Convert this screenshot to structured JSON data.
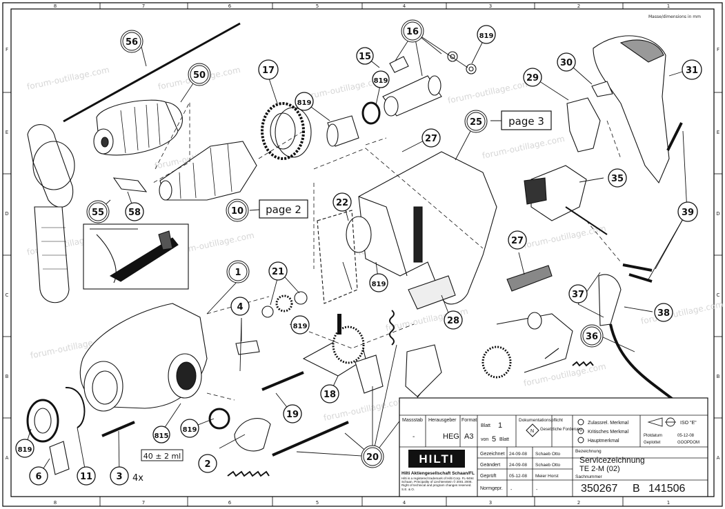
{
  "header": {
    "units_note": "Masse/dimensions in mm",
    "grid_cols_top": [
      "8",
      "7",
      "6",
      "5",
      "4",
      "3",
      "2",
      "1"
    ],
    "grid_cols_bottom": [
      "8",
      "7",
      "6",
      "5",
      "4",
      "3",
      "2",
      "1"
    ],
    "grid_rows": [
      "F",
      "E",
      "D",
      "C",
      "B",
      "A"
    ]
  },
  "callouts": [
    {
      "label": "56"
    },
    {
      "label": "50"
    },
    {
      "label": "17"
    },
    {
      "label": "16"
    },
    {
      "label": "15"
    },
    {
      "label": "819"
    },
    {
      "label": "30"
    },
    {
      "label": "29"
    },
    {
      "label": "31"
    },
    {
      "label": "819"
    },
    {
      "label": "819"
    },
    {
      "label": "25"
    },
    {
      "label": "27"
    },
    {
      "label": "10"
    },
    {
      "label": "22"
    },
    {
      "label": "35"
    },
    {
      "label": "55"
    },
    {
      "label": "58"
    },
    {
      "label": "39"
    },
    {
      "label": "1"
    },
    {
      "label": "21"
    },
    {
      "label": "4"
    },
    {
      "label": "819"
    },
    {
      "label": "819"
    },
    {
      "label": "27"
    },
    {
      "label": "28"
    },
    {
      "label": "37"
    },
    {
      "label": "38"
    },
    {
      "label": "36"
    },
    {
      "label": "18"
    },
    {
      "label": "19"
    },
    {
      "label": "815"
    },
    {
      "label": "819"
    },
    {
      "label": "819"
    },
    {
      "label": "6"
    },
    {
      "label": "11"
    },
    {
      "label": "3"
    },
    {
      "label": "2"
    },
    {
      "label": "20"
    }
  ],
  "page_refs": {
    "page2": "page 2",
    "page3": "page 3"
  },
  "notes": {
    "grease": "40 ± 2 ml",
    "qty": "4x"
  },
  "watermark": "forum-outillage.com",
  "title_block": {
    "massstab_label": "Massstab",
    "massstab_value": "-",
    "herausgeber_label": "Herausgeber",
    "herausgeber_value": "HEG",
    "format_label": "Format",
    "format_value": "A3",
    "blatt_label": "Blatt",
    "blatt_value": "1",
    "von_label": "von",
    "von_value": "5",
    "blatt2_label": "Blatt",
    "doc_label": "Dokumentationspflicht",
    "doc_n": "N",
    "gesetzliche": "Gesetzliche Forderung",
    "mark1": "Zulassrel. Merkmal",
    "mark2": "Kritisches Merkmal",
    "mark3": "Hauptmerkmal",
    "iso": "ISO \"E\"",
    "plotdatum_label": "Plotdatum",
    "plotdatum_value": "05-12-08",
    "geplottet_label": "Geplottet",
    "geplottet_value": "GOOPDOM",
    "brand": "HILTI",
    "company": "Hilti Aktiengesellschaft Schaan/FL",
    "legal": "Hilti is a registered trademark of Hilti Corp. FL-9494 Schaan. Principality of Liechtenstein © 2001 2006. Right of technical and program changes reserved. S.E. & O.",
    "gezeichnet_label": "Gezeichnet",
    "gezeichnet_date": "24-09-08",
    "gezeichnet_name": "Schaeb Otto",
    "geaendert_label": "Geändert",
    "geaendert_date": "24-09-08",
    "geaendert_name": "Schaeb Otto",
    "geprueft_label": "Geprüft",
    "geprueft_date": "05-12-08",
    "geprueft_name": "Meier Horst",
    "normgepr_label": "Normgepr.",
    "normgepr_date": "-",
    "normgepr_name": "-",
    "bezeichnung_label": "Bezeichnung",
    "bezeichnung_1": "Servicezeichnung",
    "bezeichnung_2": "TE 2-M (02)",
    "sachnummer_label": "Sachnummer",
    "sachnummer_value": "350267",
    "rev": "B",
    "drawing_no": "141506"
  }
}
